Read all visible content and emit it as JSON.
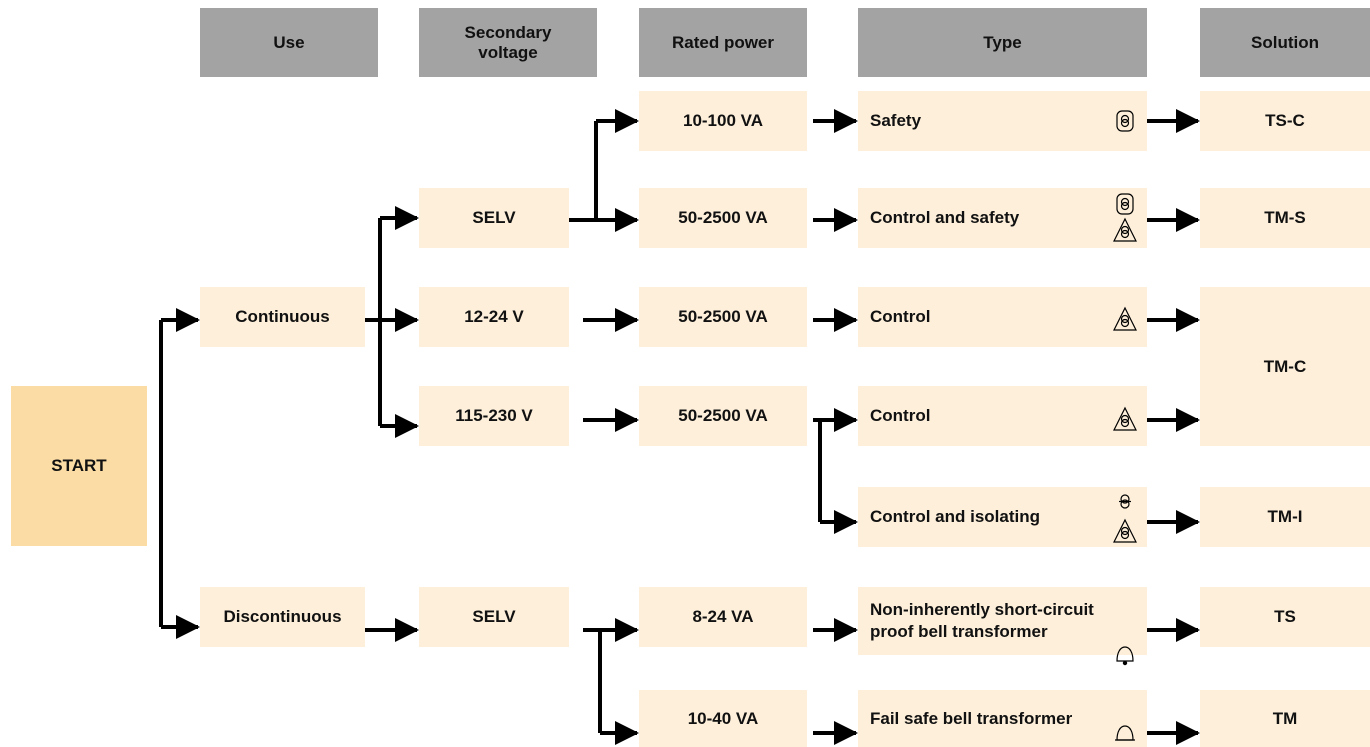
{
  "headers": {
    "use": "Use",
    "secondary_voltage": "Secondary voltage",
    "rated_power": "Rated power",
    "type": "Type",
    "solution": "Solution"
  },
  "start": "START",
  "use": {
    "continuous": "Continuous",
    "discontinuous": "Discontinuous"
  },
  "voltage": {
    "selv_1": "SELV",
    "v12_24": "12-24 V",
    "v115_230": "115-230 V",
    "selv_2": "SELV"
  },
  "power": {
    "p1": "10-100 VA",
    "p2": "50-2500 VA",
    "p3": "50-2500 VA",
    "p4": "50-2500 VA",
    "p5": "8-24 VA",
    "p6": "10-40 VA"
  },
  "types": {
    "t1": "Safety",
    "t2": "Control and safety",
    "t3": "Control",
    "t4": "Control",
    "t5": "Control and isolating",
    "t6": "Non-inherently short-circuit proof bell transformer",
    "t7": "Fail safe bell transformer"
  },
  "solutions": {
    "ts_c": "TS-C",
    "tm_s": "TM-S",
    "tm_c": "TM-C",
    "tm_i": "TM-I",
    "ts": "TS",
    "tm": "TM"
  },
  "colors": {
    "header": "#a3a3a3",
    "cell": "#fdefda",
    "start": "#fbdca5",
    "line": "#000000"
  },
  "icons": {
    "safety": "safety-transformer-symbol-icon",
    "control": "control-transformer-symbol-icon",
    "isolating": "isolating-transformer-symbol-icon",
    "bell": "bell-icon"
  }
}
